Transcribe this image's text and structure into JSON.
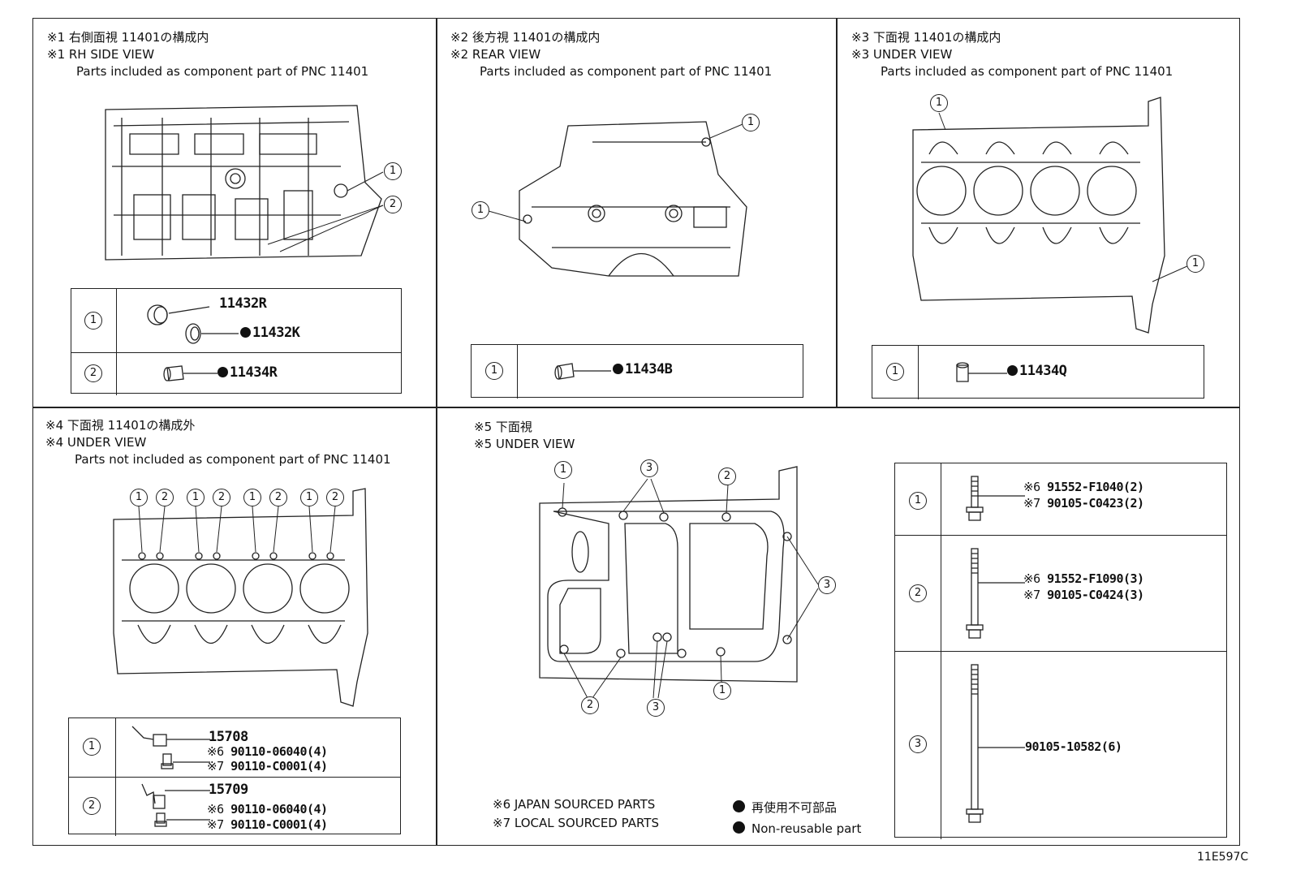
{
  "panels": {
    "p1": {
      "header_jp": "※1 右側面視 11401の構成内",
      "header_en": "※1 RH SIDE VIEW",
      "header_sub": "Parts included as component part of PNC 11401",
      "callouts": [
        "1",
        "2"
      ],
      "rows": [
        {
          "id": "1",
          "parts": [
            "11432R",
            "11432K"
          ]
        },
        {
          "id": "2",
          "parts": [
            "11434R"
          ]
        }
      ]
    },
    "p2": {
      "header_jp": "※2 後方視 11401の構成内",
      "header_en": "※2 REAR VIEW",
      "header_sub": "Parts included as component part of PNC 11401",
      "callouts": [
        "1",
        "1"
      ],
      "rows": [
        {
          "id": "1",
          "parts": [
            "11434B"
          ]
        }
      ]
    },
    "p3": {
      "header_jp": "※3 下面視 11401の構成内",
      "header_en": "※3 UNDER VIEW",
      "header_sub": "Parts included as component part of PNC 11401",
      "callouts": [
        "1",
        "1"
      ],
      "rows": [
        {
          "id": "1",
          "parts": [
            "11434Q"
          ]
        }
      ]
    },
    "p4": {
      "header_jp": "※4 下面視 11401の構成外",
      "header_en": "※4 UNDER VIEW",
      "header_sub": "Parts not included as component part of PNC 11401",
      "callouts": [
        "1",
        "2",
        "1",
        "2",
        "1",
        "2",
        "1",
        "2"
      ],
      "rows": [
        {
          "id": "1",
          "main": "15708",
          "jp_label": "※6",
          "jp_part": "90110-06040(4)",
          "local_label": "※7",
          "local_part": "90110-C0001(4)"
        },
        {
          "id": "2",
          "main": "15709",
          "jp_label": "※6",
          "jp_part": "90110-06040(4)",
          "local_label": "※7",
          "local_part": "90110-C0001(4)"
        }
      ]
    },
    "p5": {
      "header_jp": "※5 下面視",
      "header_en": "※5 UNDER VIEW",
      "callouts": [
        "1",
        "3",
        "2",
        "3",
        "2",
        "3",
        "1"
      ],
      "rows": [
        {
          "id": "1",
          "l1_label": "※6",
          "l1": "91552-F1040(2)",
          "l2_label": "※7",
          "l2": "90105-C0423(2)"
        },
        {
          "id": "2",
          "l1_label": "※6",
          "l1": "91552-F1090(3)",
          "l2_label": "※7",
          "l2": "90105-C0424(3)"
        },
        {
          "id": "3",
          "single": "90105-10582(6)"
        }
      ]
    }
  },
  "legend": {
    "japan": "※6 JAPAN SOURCED PARTS",
    "local": "※7 LOCAL SOURCED PARTS",
    "nonreuse_jp": "再使用不可部品",
    "nonreuse_en": "Non-reusable part"
  },
  "figure_code": "11E597C"
}
